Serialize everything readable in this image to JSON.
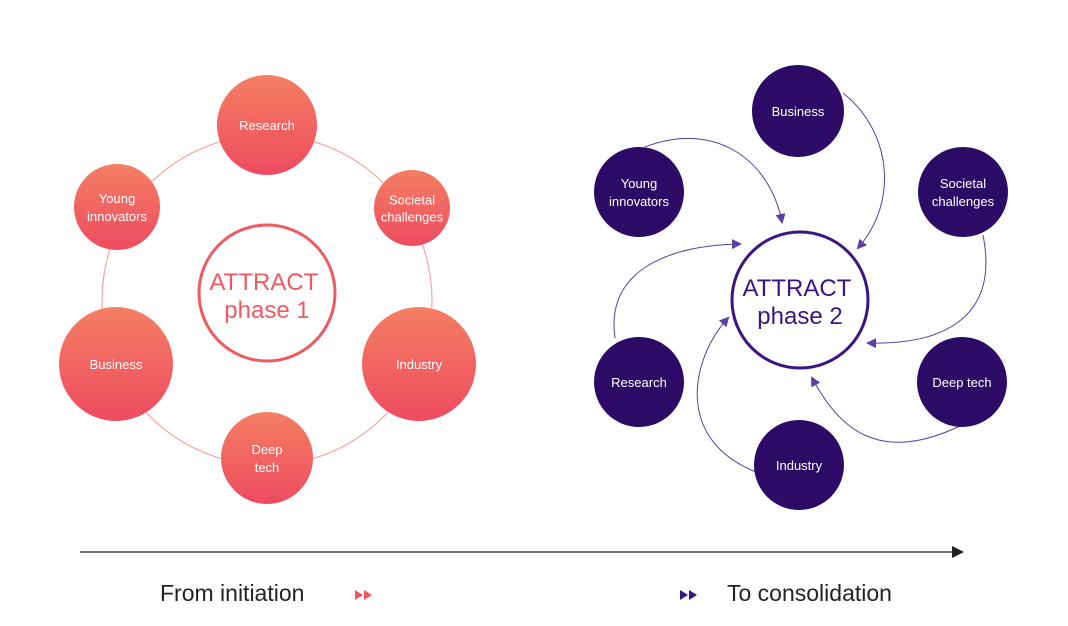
{
  "phase1": {
    "title_line1": "ATTRACT",
    "title_line2": "phase 1",
    "color": "#ef5a61",
    "gradient_top": "#f47f63",
    "gradient_bottom": "#ee4b60",
    "ring_color": "#f3a6a4",
    "nodes": [
      {
        "label": "Research"
      },
      {
        "label": "Societal challenges"
      },
      {
        "label": "Industry"
      },
      {
        "label": "Deep tech"
      },
      {
        "label": "Business"
      },
      {
        "label": "Young innovators"
      }
    ]
  },
  "phase2": {
    "title_line1": "ATTRACT",
    "title_line2": "phase 2",
    "color": "#3b1580",
    "fill": "#2b0b66",
    "arrow_color": "#5b3fa3",
    "nodes": [
      {
        "label": "Business"
      },
      {
        "label": "Societal challenges"
      },
      {
        "label": "Deep tech"
      },
      {
        "label": "Industry"
      },
      {
        "label": "Research"
      },
      {
        "label": "Young innovators"
      }
    ]
  },
  "timeline": {
    "from_label": "From initiation",
    "to_label": "To consolidation",
    "line_color": "#222222",
    "from_marker_color": "#ef5a61",
    "to_marker_color": "#3b1580"
  }
}
